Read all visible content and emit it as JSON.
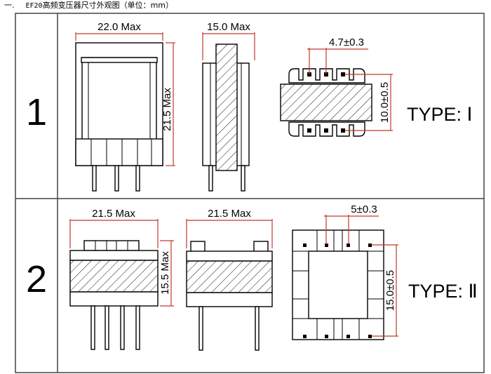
{
  "caption": {
    "number": "一.",
    "model": "EF20",
    "text": "高频变压器尺寸外观图（单位：mm）"
  },
  "rows": [
    {
      "index": "1",
      "width_label": "22.0 Max",
      "depth_label": "15.0 Max",
      "height_label": "21.5 Max",
      "pitch_label": "4.7±0.3",
      "span_label": "10.0±0.5",
      "type_label": "TYPE: Ⅰ"
    },
    {
      "index": "2",
      "width_label": "21.5 Max",
      "depth_label": "21.5 Max",
      "height_label": "15.5 Max",
      "pitch_label": "5±0.3",
      "span_label": "15.0±0.5",
      "type_label": "TYPE: Ⅱ"
    }
  ],
  "colors": {
    "dimension_lines": "#c0392b",
    "outline": "#000000",
    "frame": "#444444"
  }
}
